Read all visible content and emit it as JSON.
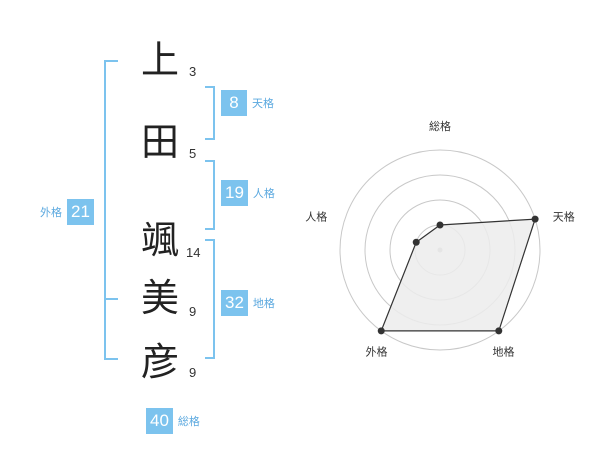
{
  "name": {
    "chars": [
      {
        "char": "上",
        "strokes": "3"
      },
      {
        "char": "田",
        "strokes": "5"
      },
      {
        "char": "颯",
        "strokes": "14"
      },
      {
        "char": "美",
        "strokes": "9"
      },
      {
        "char": "彦",
        "strokes": "9"
      }
    ]
  },
  "fortunes": {
    "tenkaku": {
      "value": "8",
      "label": "天格"
    },
    "jinkaku": {
      "value": "19",
      "label": "人格"
    },
    "chikaku": {
      "value": "32",
      "label": "地格"
    },
    "gaikaku": {
      "value": "21",
      "label": "外格"
    },
    "soukaku": {
      "value": "40",
      "label": "総格"
    }
  },
  "colors": {
    "accent": "#7cc3ee",
    "accent_text": "#5aa8df",
    "radar_fill": "#ececec",
    "radar_line": "#333333"
  },
  "chart_data": {
    "type": "radar",
    "axes": [
      "総格",
      "天格",
      "地格",
      "外格",
      "人格"
    ],
    "levels": 4,
    "max": 4,
    "values": [
      1,
      4,
      4,
      4,
      1
    ]
  }
}
